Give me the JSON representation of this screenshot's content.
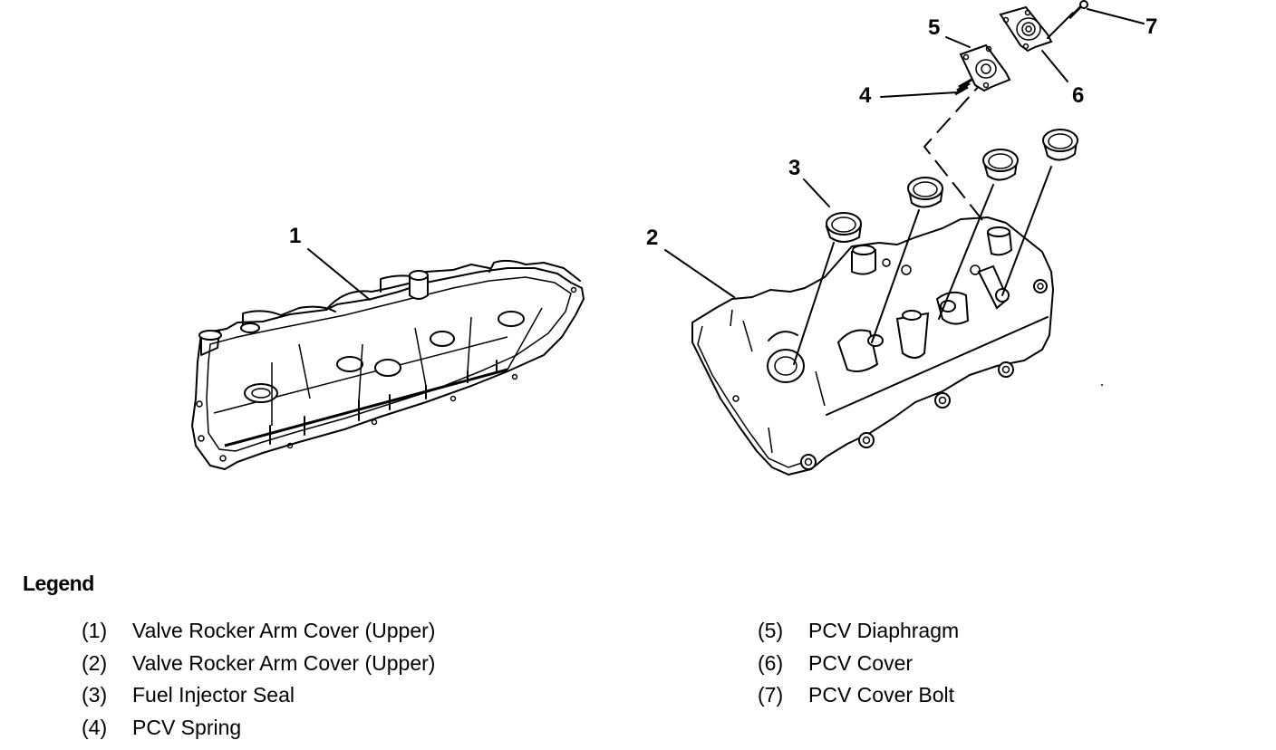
{
  "diagram": {
    "callouts": [
      "1",
      "2",
      "3",
      "4",
      "5",
      "6",
      "7"
    ]
  },
  "legend": {
    "title": "Legend",
    "left_items": [
      {
        "num": "(1)",
        "label": "Valve Rocker Arm Cover (Upper)"
      },
      {
        "num": "(2)",
        "label": "Valve Rocker Arm Cover (Upper)"
      },
      {
        "num": "(3)",
        "label": "Fuel Injector Seal"
      },
      {
        "num": "(4)",
        "label": "PCV Spring"
      }
    ],
    "right_items": [
      {
        "num": "(5)",
        "label": "PCV Diaphragm"
      },
      {
        "num": "(6)",
        "label": "PCV Cover"
      },
      {
        "num": "(7)",
        "label": "PCV Cover Bolt"
      }
    ]
  }
}
